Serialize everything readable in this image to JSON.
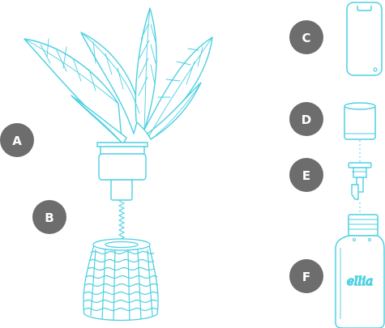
{
  "colors": {
    "line": "#4dd0e1",
    "badge": "#6d6d6d",
    "badge_text": "#ffffff",
    "background": "#ffffff"
  },
  "labels": {
    "a": "A",
    "b": "B",
    "c": "C",
    "d": "D",
    "e": "E",
    "f": "F"
  },
  "parts": {
    "bottle_brand": "ellia"
  },
  "icons": {
    "a": "palm-diffuser-cover-icon",
    "b": "ceramic-base-icon",
    "c": "remote-card-icon",
    "d": "bottle-cap-icon",
    "e": "dropper-insert-icon",
    "f": "essential-oil-bottle-icon"
  }
}
